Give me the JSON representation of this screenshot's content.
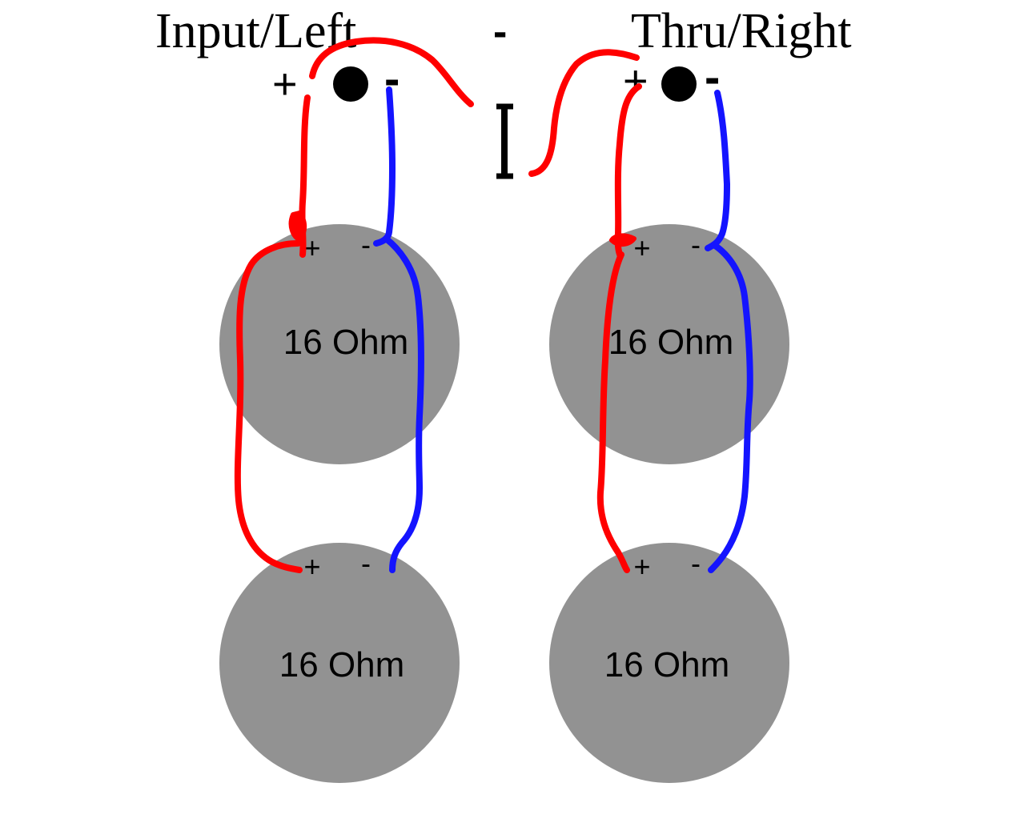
{
  "titles": {
    "left": "Input/Left",
    "middle": "-",
    "right": "Thru/Right"
  },
  "jacks": {
    "left": {
      "plus": "+",
      "minus": "-"
    },
    "right": {
      "plus": "+",
      "minus": "-"
    }
  },
  "switch": {
    "label": "I"
  },
  "speakers": [
    {
      "label": "16 Ohm",
      "plus": "+",
      "minus": "-"
    },
    {
      "label": "16 Ohm",
      "plus": "+",
      "minus": "-"
    },
    {
      "label": "16 Ohm",
      "plus": "+",
      "minus": "-"
    },
    {
      "label": "16 Ohm",
      "plus": "+",
      "minus": "-"
    }
  ],
  "colors": {
    "speaker": "#929292",
    "positive_wire": "#ff0000",
    "negative_wire": "#1414ff",
    "text": "#000000"
  }
}
